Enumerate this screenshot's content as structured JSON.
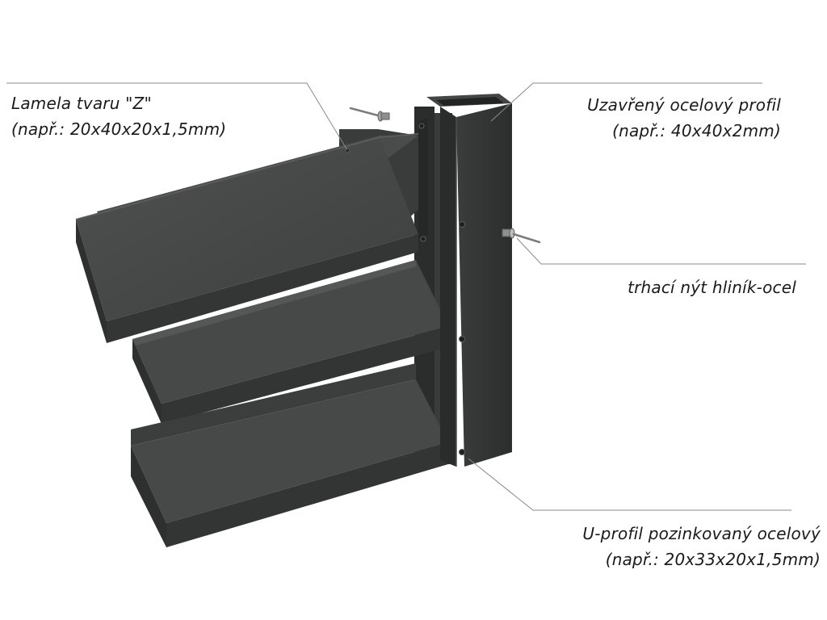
{
  "labels": {
    "lamela": {
      "line1": "Lamela tvaru \"Z\"",
      "line2": "(např.: 20x40x20x1,5mm)"
    },
    "profil": {
      "line1": "Uzavřený ocelový profil",
      "line2": "(např.: 40x40x2mm)"
    },
    "nyt": {
      "line1": "trhací nýt hliník-ocel"
    },
    "uprofil": {
      "line1": "U-profil pozinkovaný ocelový",
      "line2": "(např.: 20x33x20x1,5mm)"
    }
  },
  "colors": {
    "background": "#ffffff",
    "metal_dark": "#303131",
    "metal_mid": "#434444",
    "metal_light": "#5b5c5c",
    "leader_line": "#8a8a8a",
    "text": "#1a1a1a"
  }
}
